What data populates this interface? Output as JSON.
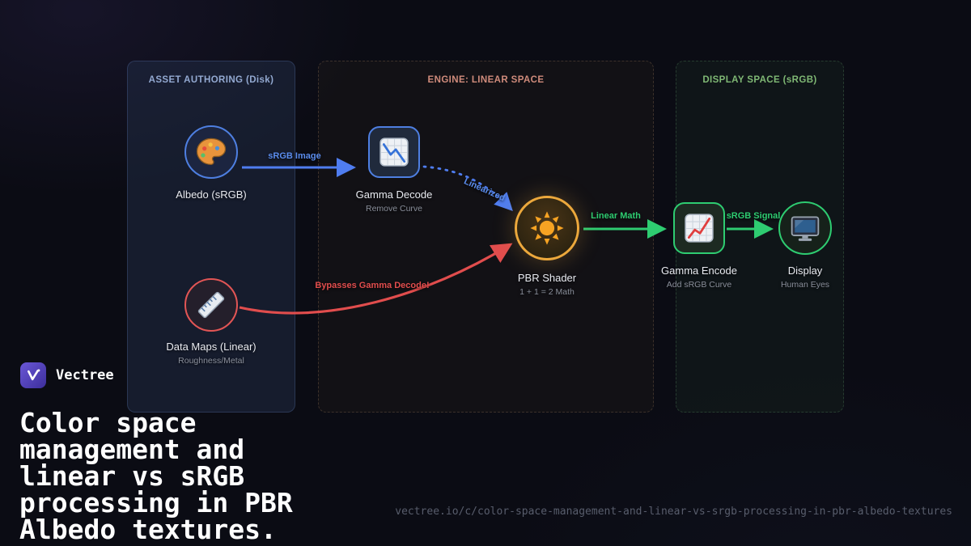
{
  "brand": {
    "name": "Vectree",
    "accent": "#5b4bc4"
  },
  "headline": "Color space management and linear vs sRGB processing in PBR Albedo textures.",
  "footer_url": "vectree.io/c/color-space-management-and-linear-vs-srgb-processing-in-pbr-albedo-textures",
  "panels": [
    {
      "title": "ASSET AUTHORING (Disk)",
      "color": "#93a9d1"
    },
    {
      "title": "ENGINE: LINEAR SPACE",
      "color": "#cf8b7b"
    },
    {
      "title": "DISPLAY SPACE (sRGB)",
      "color": "#7fb874"
    }
  ],
  "nodes": {
    "albedo": {
      "label": "Albedo (sRGB)",
      "icon": "palette-icon",
      "border_color": "#4e7fe1"
    },
    "gamma_decode": {
      "label": "Gamma Decode",
      "sublabel": "Remove Curve",
      "icon": "chart-down-icon",
      "border_color": "#4e7fe1"
    },
    "data_maps": {
      "label": "Data Maps (Linear)",
      "sublabel": "Roughness/Metal",
      "icon": "ruler-icon",
      "border_color": "#e25555"
    },
    "pbr_shader": {
      "label": "PBR Shader",
      "sublabel": "1 + 1 = 2 Math",
      "icon": "sun-icon",
      "border_color": "#eca83c"
    },
    "gamma_encode": {
      "label": "Gamma Encode",
      "sublabel": "Add sRGB Curve",
      "icon": "chart-up-icon",
      "border_color": "#2ecc71"
    },
    "display": {
      "label": "Display",
      "sublabel": "Human Eyes",
      "icon": "monitor-icon",
      "border_color": "#2ecc71"
    }
  },
  "edges": {
    "srgb_image": {
      "label": "sRGB Image",
      "color": "#4f7df0",
      "style": "solid"
    },
    "linearized": {
      "label": "Linearized",
      "color": "#4f7df0",
      "style": "dashed"
    },
    "bypass": {
      "label": "Bypasses Gamma Decode!",
      "color": "#e14d4d",
      "style": "solid"
    },
    "linear_math": {
      "label": "Linear Math",
      "color": "#2ecc71",
      "style": "solid"
    },
    "srgb_signal": {
      "label": "sRGB Signal",
      "color": "#2ecc71",
      "style": "solid"
    }
  }
}
